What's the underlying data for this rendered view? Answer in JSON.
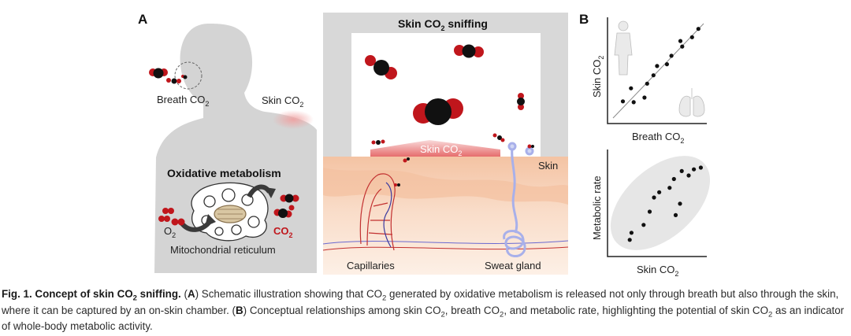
{
  "panel_a": {
    "label": "A",
    "breath": {
      "base": "Breath CO",
      "sub": "2"
    },
    "skin": {
      "base": "Skin CO",
      "sub": "2"
    },
    "metabolism_title": "Oxidative metabolism",
    "o2": {
      "base": "O",
      "sub": "2"
    },
    "co2": {
      "base": "CO",
      "sub": "2"
    },
    "reticulum": "Mitochondrial reticulum",
    "sniff_title": {
      "base": "Skin CO",
      "sub": "2",
      "tail": " sniffing"
    },
    "arrow_label": {
      "base": "Skin CO",
      "sub": "2"
    },
    "skin_layer": "Skin",
    "capillaries": "Capillaries",
    "sweat_gland": "Sweat gland",
    "colors": {
      "co2_red": "#c0161c",
      "carbon": "#111111",
      "body": "#d4d4d4",
      "skin_tone": "#f5c6a8"
    }
  },
  "panel_b": {
    "label": "B",
    "top_chart": {
      "xlabel": {
        "base": "Breath CO",
        "sub": "2"
      },
      "ylabel": {
        "base": "Skin CO",
        "sub": "2"
      }
    },
    "bottom_chart": {
      "xlabel": {
        "base": "Skin CO",
        "sub": "2"
      },
      "ylabel": "Metabolic rate"
    }
  },
  "caption": {
    "bold_lead": "Fig. 1. Concept of skin CO",
    "bold_sub": "2",
    "bold_tail": " sniffing.",
    "a_tag": "A",
    "part1": " Schematic illustration showing that CO",
    "part1_sub": "2",
    "part2": " generated by oxidative metabolism is released not only through breath but also through the skin, where it can be captured by an on-skin chamber. (",
    "b_tag": "B",
    "part3": ") Conceptual relationships among skin CO",
    "part3_sub": "2",
    "part4": ", breath CO",
    "part4_sub": "2",
    "part5": ", and metabolic rate, highlighting the potential of skin CO",
    "part5_sub": "2",
    "part6": " as an indicator of whole-body metabolic activity."
  },
  "chart_data": [
    {
      "type": "scatter",
      "xlabel": "Breath CO2",
      "ylabel": "Skin CO2",
      "xlim": [
        0,
        10
      ],
      "ylim": [
        0,
        10
      ],
      "points": [
        [
          1.1,
          1.8
        ],
        [
          2.3,
          1.7
        ],
        [
          2.0,
          3.2
        ],
        [
          3.5,
          2.2
        ],
        [
          3.8,
          3.7
        ],
        [
          4.5,
          4.6
        ],
        [
          4.9,
          5.6
        ],
        [
          6.0,
          5.8
        ],
        [
          6.5,
          6.7
        ],
        [
          7.7,
          7.7
        ],
        [
          7.5,
          8.3
        ],
        [
          8.8,
          8.7
        ],
        [
          9.5,
          9.6
        ]
      ],
      "trend_line": true
    },
    {
      "type": "scatter",
      "xlabel": "Skin CO2",
      "ylabel": "Metabolic rate",
      "xlim": [
        0,
        10
      ],
      "ylim": [
        0,
        10
      ],
      "points": [
        [
          1.2,
          1.0
        ],
        [
          1.4,
          1.8
        ],
        [
          2.8,
          2.7
        ],
        [
          3.5,
          4.2
        ],
        [
          4.0,
          5.8
        ],
        [
          6.5,
          3.8
        ],
        [
          4.6,
          6.4
        ],
        [
          5.8,
          6.9
        ],
        [
          7.0,
          5.1
        ],
        [
          6.3,
          7.9
        ],
        [
          7.2,
          8.8
        ],
        [
          8.0,
          8.3
        ],
        [
          8.6,
          9.0
        ],
        [
          9.4,
          9.2
        ]
      ],
      "confidence_ellipse": true
    }
  ]
}
